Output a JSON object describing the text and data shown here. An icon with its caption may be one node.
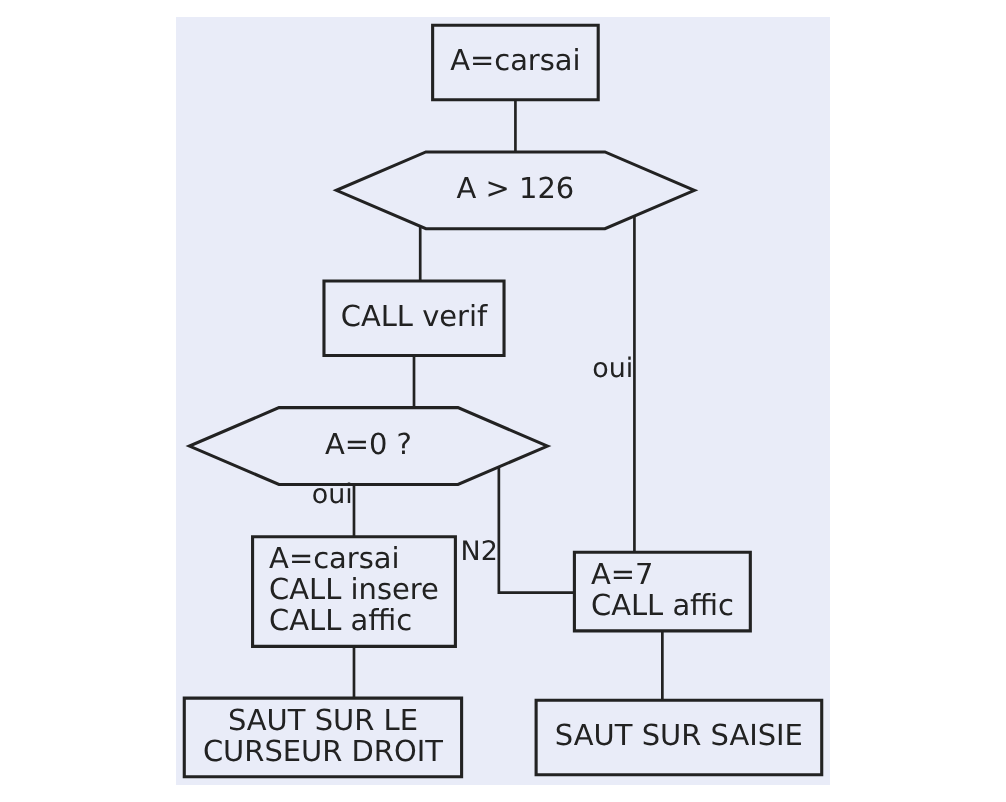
{
  "diagram": {
    "nodes": [
      {
        "text": [
          "A=carsai"
        ]
      },
      {
        "text": [
          "A > 126"
        ]
      },
      {
        "text": [
          "CALL verif"
        ]
      },
      {
        "text": [
          "A=0 ?"
        ]
      },
      {
        "text": [
          "A=carsai",
          "CALL insere",
          "CALL affic"
        ]
      },
      {
        "text": [
          "SAUT SUR LE CURSEUR DROIT"
        ]
      },
      {
        "text": [
          "A=7",
          "CALL affic"
        ]
      },
      {
        "text": [
          "SAUT SUR SAISIE"
        ]
      }
    ],
    "edges": [
      {
        "from": 0,
        "to": 1,
        "arrow": "none"
      },
      {
        "from": 1,
        "to": 2,
        "arrow": "none"
      },
      {
        "from": 1,
        "to": 6,
        "arrow": "none",
        "label": "oui"
      },
      {
        "from": 2,
        "to": 3,
        "arrow": "none"
      },
      {
        "from": 3,
        "to": 4,
        "arrow": "none",
        "label": "oui"
      },
      {
        "from": 3,
        "to": 6,
        "arrow": "none",
        "label": "N2"
      },
      {
        "from": 4,
        "to": 5,
        "arrow": "none"
      },
      {
        "from": 6,
        "to": 7,
        "arrow": "none"
      }
    ]
  }
}
